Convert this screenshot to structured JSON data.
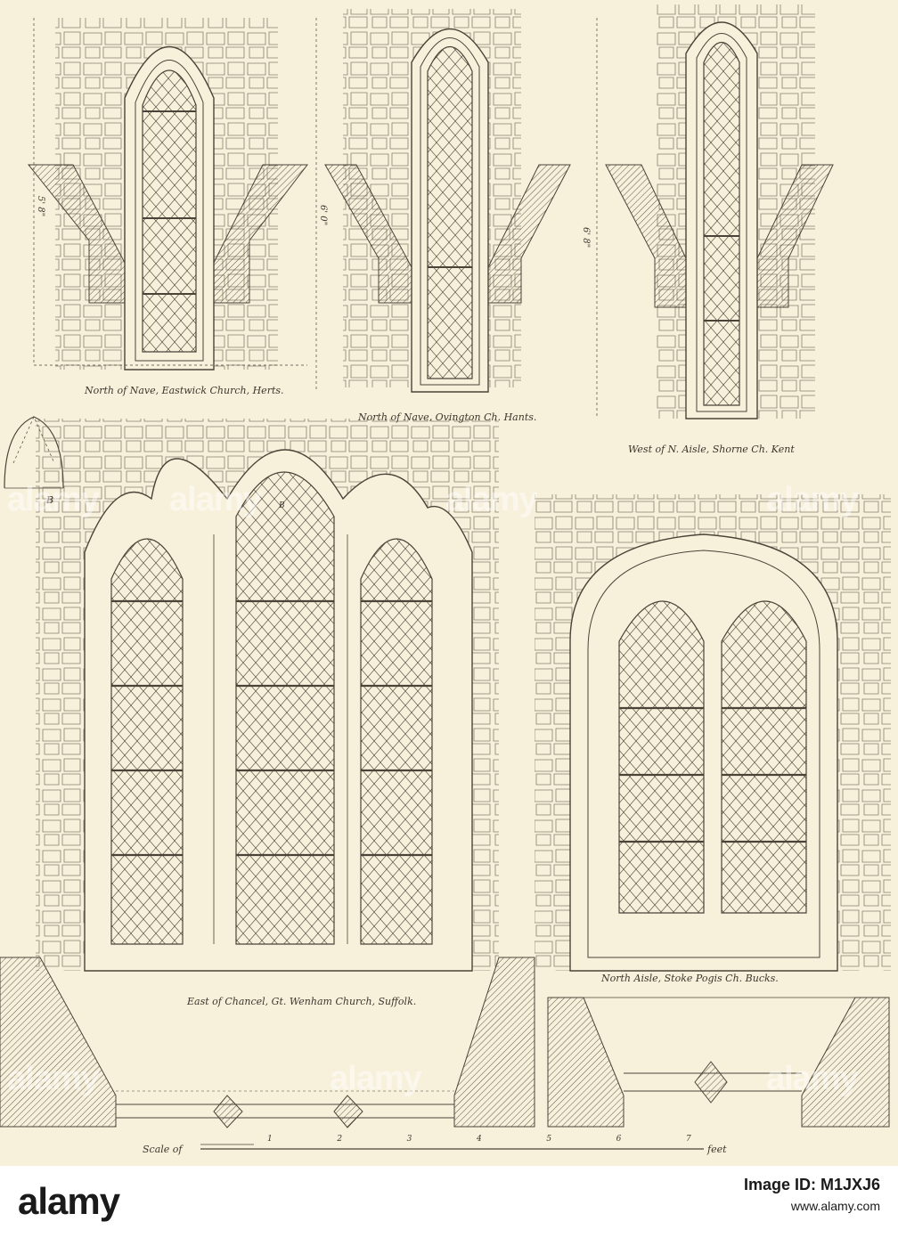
{
  "plate": {
    "captions": {
      "window1": "North of Nave, Eastwick Church, Herts.",
      "window2": "North of Nave, Ovington Ch. Hants.",
      "window3": "West of N. Aisle, Shorne Ch. Kent",
      "window4": "East of Chancel, Gt. Wenham Church, Suffolk.",
      "window5": "North Aisle, Stoke Pogis Ch. Bucks."
    },
    "dimensions": {
      "d1": "5' 8\"",
      "d2": "6' 0\"",
      "d3": "6' 8\""
    },
    "detail_label": "B",
    "arch_label": "B",
    "scale": {
      "label": "Scale of",
      "unit": "feet",
      "ticks": [
        "1",
        "2",
        "3",
        "4",
        "5",
        "6",
        "7"
      ]
    },
    "watermark": "alamy"
  },
  "footer": {
    "logo": "alamy",
    "image_id_label": "Image ID: M1JXJ6",
    "site": "www.alamy.com"
  },
  "colors": {
    "paper": "#f7f1dc",
    "ink": "#4a4438",
    "footer_bg": "#ffffff"
  }
}
